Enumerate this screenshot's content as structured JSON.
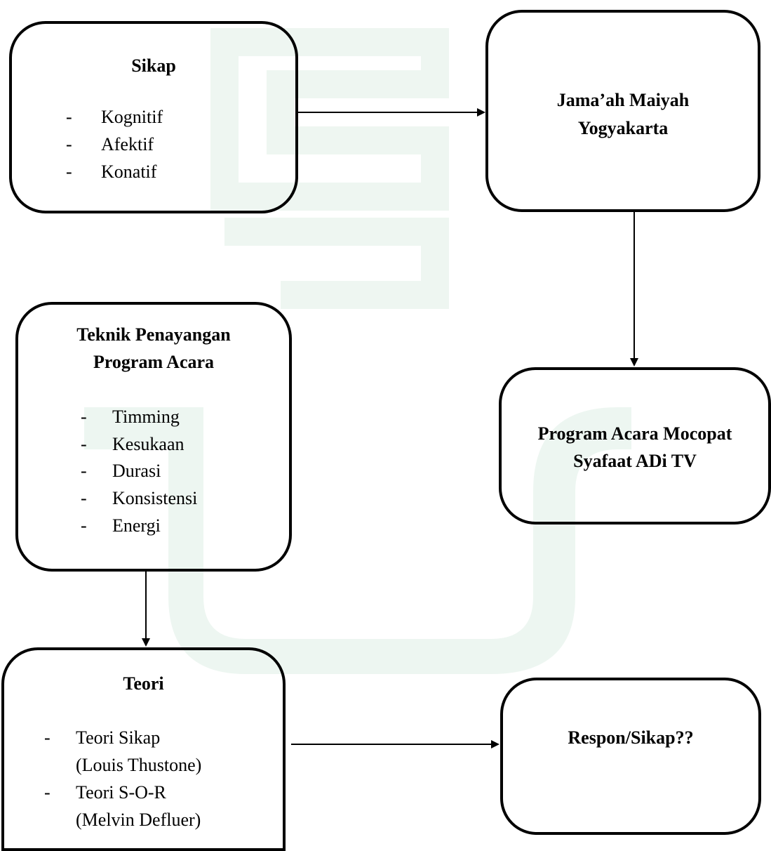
{
  "nodes": {
    "sikap": {
      "title": "Sikap",
      "items": [
        "Kognitif",
        "Afektif",
        "Konatif"
      ]
    },
    "jamaah": {
      "title_lines": [
        "Jama’ah Maiyah",
        "Yogyakarta"
      ]
    },
    "teknik": {
      "title_lines": [
        "Teknik Penayangan",
        "Program Acara"
      ],
      "items": [
        "Timming",
        "Kesukaan",
        "Durasi",
        "Konsistensi",
        "Energi"
      ]
    },
    "program": {
      "title_lines": [
        "Program Acara Mocopat",
        "Syafaat ADi TV"
      ]
    },
    "teori": {
      "title": "Teori",
      "items": [
        {
          "lines": [
            "Teori Sikap",
            "(Louis Thustone)"
          ]
        },
        {
          "lines": [
            "Teori S-O-R",
            "(Melvin Defluer)"
          ]
        }
      ]
    },
    "respon": {
      "title": "Respon/Sikap??"
    }
  },
  "bullet": "-",
  "edges": [
    {
      "from": "sikap",
      "to": "jamaah"
    },
    {
      "from": "jamaah",
      "to": "program"
    },
    {
      "from": "teknik",
      "to": "teori"
    },
    {
      "from": "teori",
      "to": "respon"
    }
  ]
}
